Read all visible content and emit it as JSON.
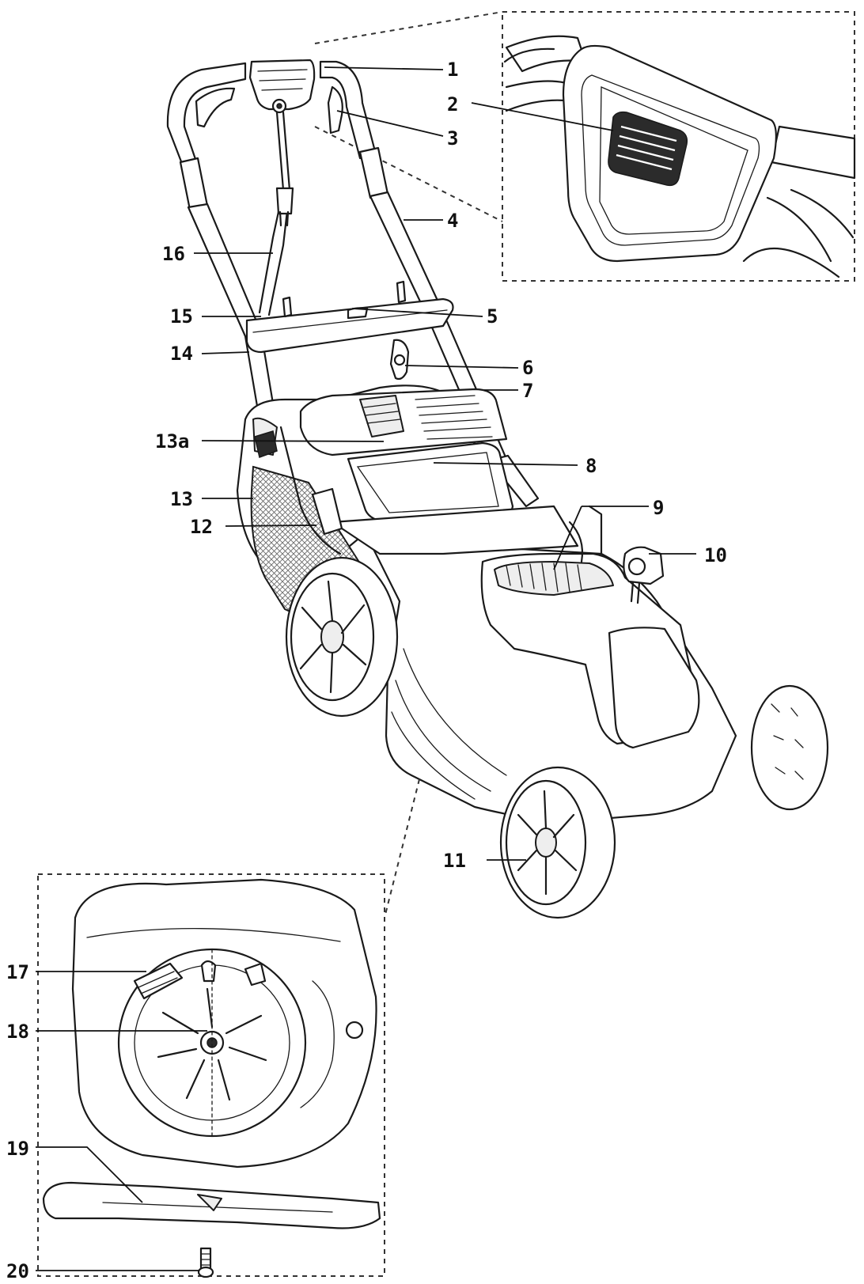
{
  "diagram": {
    "callouts": [
      {
        "id": "1",
        "label": "1"
      },
      {
        "id": "2",
        "label": "2"
      },
      {
        "id": "3",
        "label": "3"
      },
      {
        "id": "4",
        "label": "4"
      },
      {
        "id": "5",
        "label": "5"
      },
      {
        "id": "6",
        "label": "6"
      },
      {
        "id": "7",
        "label": "7"
      },
      {
        "id": "8",
        "label": "8"
      },
      {
        "id": "9",
        "label": "9"
      },
      {
        "id": "10",
        "label": "10"
      },
      {
        "id": "11",
        "label": "11"
      },
      {
        "id": "12",
        "label": "12"
      },
      {
        "id": "13",
        "label": "13"
      },
      {
        "id": "13a",
        "label": "13a"
      },
      {
        "id": "14",
        "label": "14"
      },
      {
        "id": "15",
        "label": "15"
      },
      {
        "id": "16",
        "label": "16"
      },
      {
        "id": "17",
        "label": "17"
      },
      {
        "id": "18",
        "label": "18"
      },
      {
        "id": "19",
        "label": "19"
      },
      {
        "id": "20",
        "label": "20"
      }
    ]
  }
}
